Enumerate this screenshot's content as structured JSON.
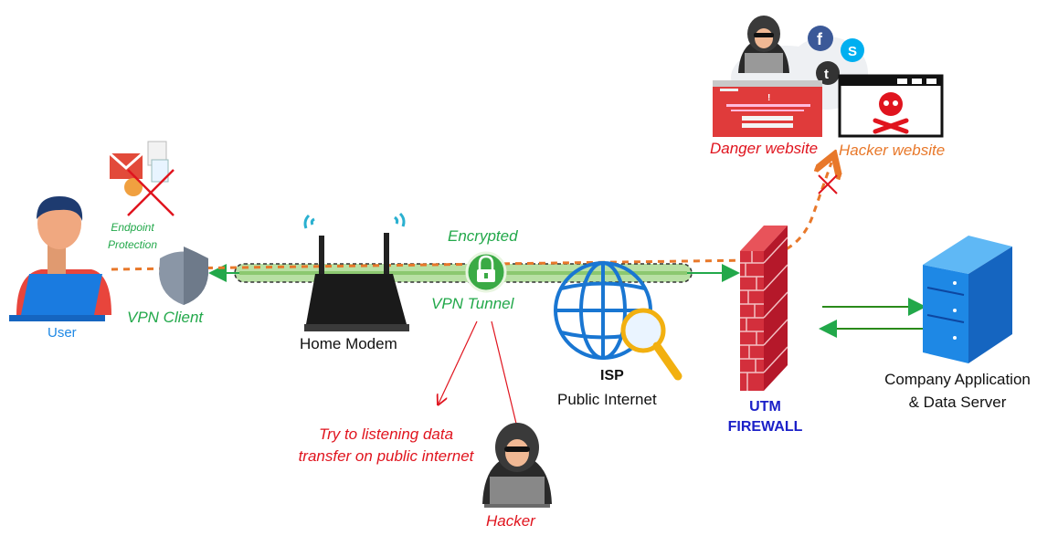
{
  "labels": {
    "user": "User",
    "vpn_client": "VPN Client",
    "endpoint_protection_line1": "Endpoint",
    "endpoint_protection_line2": "Protection",
    "encrypted": "Encrypted",
    "vpn_tunnel": "VPN Tunnel",
    "home_modem": "Home Modem",
    "isp": "ISP",
    "public_internet": "Public Internet",
    "utm": "UTM",
    "firewall": "FIREWALL",
    "server_line1": "Company Application",
    "server_line2": "& Data Server",
    "danger_website": "Danger website",
    "hacker_website": "Hacker website",
    "try_listening_line1": "Try to listening data",
    "try_listening_line2": "transfer on public internet",
    "hacker": "Hacker"
  },
  "colors": {
    "tunnel_green": "#22a84a",
    "dashed_orange": "#e8782a",
    "alert_red": "#e0141e",
    "firewall_red": "#c8232c",
    "server_blue": "#1e88e5",
    "globe_blue": "#1976d2"
  },
  "icons": {
    "user": "user-at-laptop-icon",
    "vpn_client": "shield-icon",
    "endpoint": "blocked-attachments-icon",
    "modem": "router-icon",
    "lock": "padlock-icon",
    "isp": "globe-search-icon",
    "firewall": "brick-wall-icon",
    "server": "server-tower-icon",
    "hacker": "hooded-hacker-icon",
    "danger_site": "warning-webpage-icon",
    "hacker_site": "skull-window-icon"
  }
}
